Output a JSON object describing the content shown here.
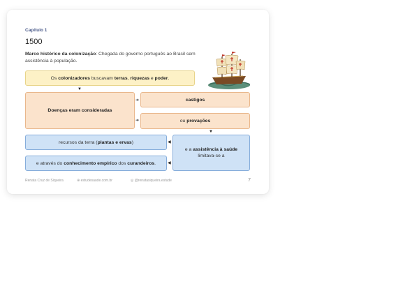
{
  "chapter": "Capítulo 1",
  "year": "1500",
  "intro": {
    "bold": "Marco histórico da colonização",
    "text": ": Chegada do governo português ao Brasil sem assistência à população."
  },
  "boxes": {
    "colonizers": {
      "t1": "Os ",
      "b1": "colonizadores",
      "t2": " buscavam ",
      "b2": "terras",
      "t3": ", ",
      "b3": "riquezas",
      "t4": " e ",
      "b4": "poder",
      "t5": "."
    },
    "diseases": {
      "b1": "Doenças eram consideradas"
    },
    "punishments": {
      "b1": "castigos"
    },
    "trials": {
      "t1": "ou ",
      "b1": "provações"
    },
    "health": {
      "t1": "e a ",
      "b1": "assistência à saúde",
      "t2": " limitava-se a"
    },
    "resources": {
      "t1": "recursos da terra (",
      "b1": "plantas e ervas",
      "t2": ")"
    },
    "knowledge": {
      "t1": "e através do ",
      "b1": "conhecimento empírico",
      "t2": " dos ",
      "b2": "curandeiros",
      "t3": "."
    }
  },
  "footer": {
    "author": "Renata Cruz de Siqueira",
    "site": "estudesaude.com.br",
    "instagram": "@renatasiqueira.estude",
    "page": "7"
  },
  "colors": {
    "yellow": "#fdf1c6",
    "orange": "#fbe3cc",
    "blue": "#cfe2f6"
  },
  "icons": [
    "caravel-ship-icon",
    "arrow-down-icon",
    "arrow-right-icon",
    "arrow-left-icon",
    "globe-icon",
    "instagram-icon"
  ]
}
